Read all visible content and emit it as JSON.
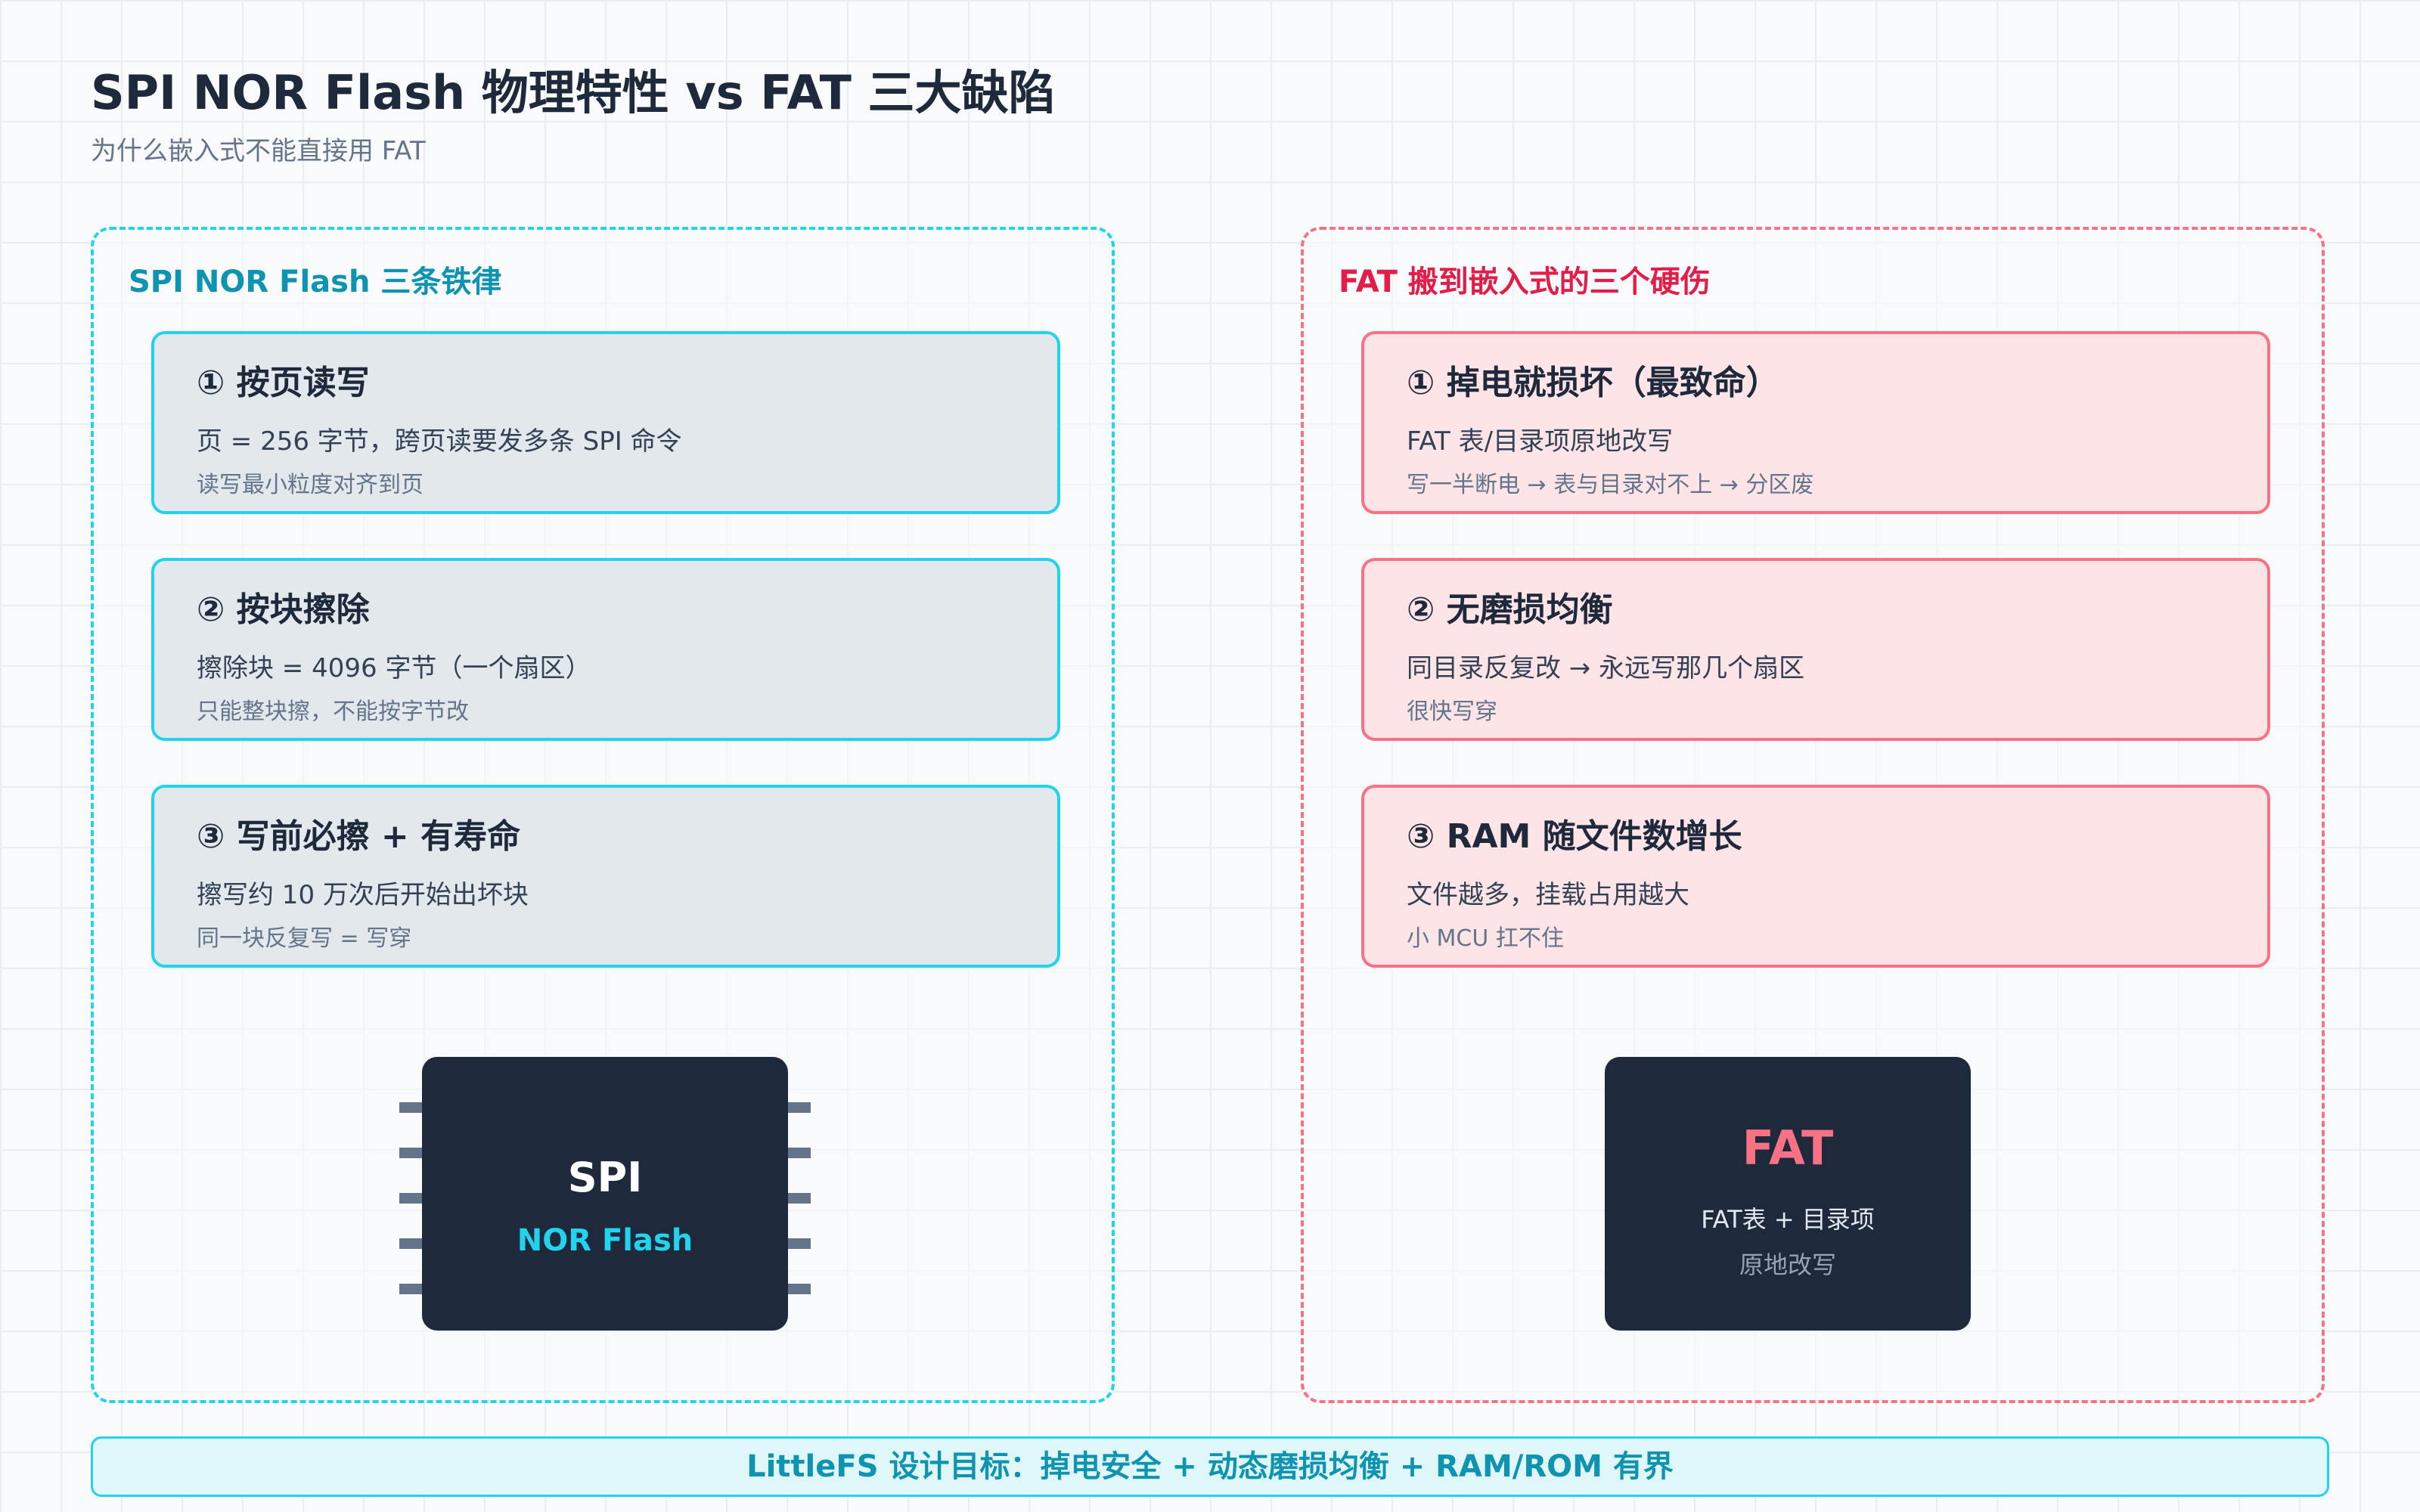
{
  "header": {
    "title": "SPI NOR Flash 物理特性 vs FAT 三大缺陷",
    "subtitle": "为什么嵌入式不能直接用 FAT"
  },
  "left_panel": {
    "title": "SPI NOR Flash 三条铁律",
    "cards": [
      {
        "title": "① 按页读写",
        "body": "页 = 256 字节，跨页读要发多条 SPI 命令",
        "note": "读写最小粒度对齐到页"
      },
      {
        "title": "② 按块擦除",
        "body": "擦除块 = 4096 字节（一个扇区）",
        "note": "只能整块擦，不能按字节改"
      },
      {
        "title": "③ 写前必擦 + 有寿命",
        "body": "擦写约 10 万次后开始出坏块",
        "note": "同一块反复写 = 写穿"
      }
    ],
    "chip": {
      "line1": "SPI",
      "line2": "NOR Flash"
    }
  },
  "right_panel": {
    "title": "FAT 搬到嵌入式的三个硬伤",
    "cards": [
      {
        "title": "① 掉电就损坏（最致命）",
        "body": "FAT 表/目录项原地改写",
        "note": "写一半断电 → 表与目录对不上 → 分区废"
      },
      {
        "title": "② 无磨损均衡",
        "body": "同目录反复改 → 永远写那几个扇区",
        "note": "很快写穿"
      },
      {
        "title": "③ RAM 随文件数增长",
        "body": "文件越多，挂载占用越大",
        "note": "小 MCU 扛不住"
      }
    ],
    "chip": {
      "line1": "FAT",
      "line2": "FAT表 + 目录项",
      "line3": "原地改写"
    }
  },
  "footer": {
    "text": "LittleFS 设计目标：掉电安全 + 动态磨损均衡 + RAM/ROM 有界"
  },
  "colors": {
    "accent_cyan": "#22d3ee",
    "accent_red": "#f87184",
    "chip_dark": "#1e293b"
  }
}
